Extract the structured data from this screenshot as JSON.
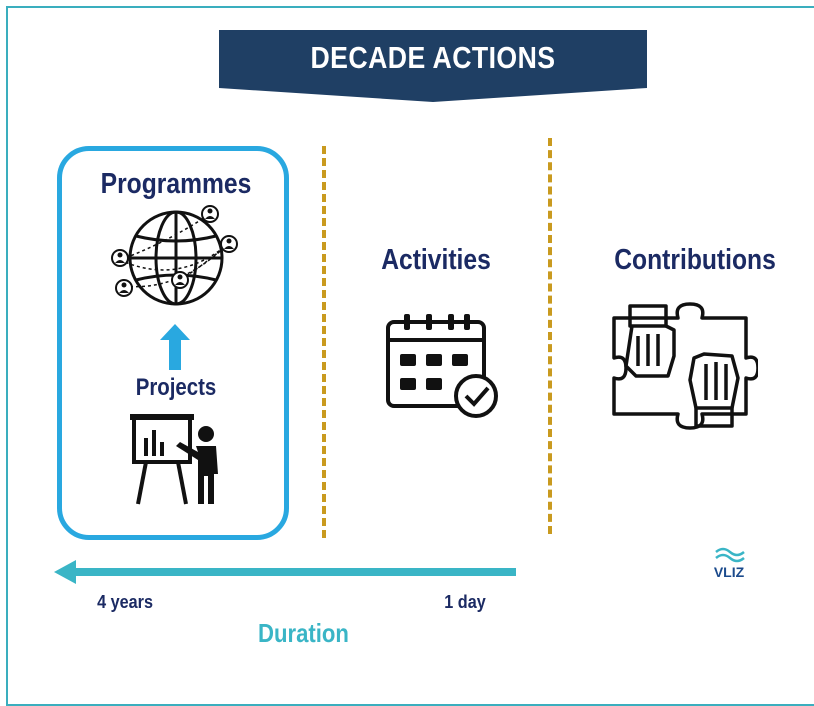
{
  "banner": {
    "title": "DECADE ACTIONS",
    "color": "#1f3f64"
  },
  "columns": {
    "programmes": {
      "title": "Programmes",
      "sub_label": "Projects"
    },
    "activities": {
      "title": "Activities"
    },
    "contributions": {
      "title": "Contributions"
    }
  },
  "duration": {
    "left_label": "4 years",
    "right_label": "1 day",
    "axis_label": "Duration"
  },
  "logo": {
    "text": "VLIZ"
  },
  "colors": {
    "frame": "#3aaebe",
    "box": "#29a8e0",
    "divider": "#c99a1f",
    "title_text": "#1b2a63",
    "duration_arrow": "#3ab5c6"
  }
}
